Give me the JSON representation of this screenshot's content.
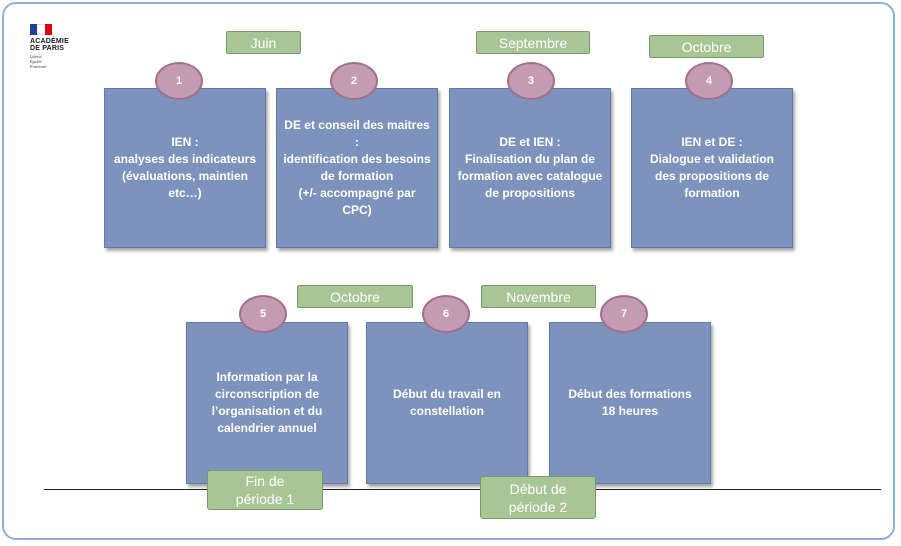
{
  "header": {
    "logo_line1": "ACADÉMIE",
    "logo_line2": "DE PARIS",
    "logo_motto": "Liberté\nÉgalité\nFraternité",
    "flag_colors": [
      "#1f3e9e",
      "#ffffff",
      "#e1000f"
    ]
  },
  "months": {
    "m1": "Juin",
    "m2": "Septembre",
    "m3": "Octobre",
    "m4": "Octobre",
    "m5": "Novembre"
  },
  "steps": [
    {
      "num": "1",
      "text": "IEN :\nanalyses des indicateurs\n(évaluations, maintien etc…)"
    },
    {
      "num": "2",
      "text": "DE et conseil des maitres :\nidentification des besoins de formation\n(+/- accompagné par CPC)"
    },
    {
      "num": "3",
      "text": "DE  et IEN :\nFinalisation du plan de formation avec catalogue de propositions"
    },
    {
      "num": "4",
      "text": "IEN et DE :\nDialogue et validation des propositions de formation"
    },
    {
      "num": "5",
      "text": "Information par la circonscription  de l’organisation et du calendrier annuel"
    },
    {
      "num": "6",
      "text": "Début du travail en constellation"
    },
    {
      "num": "7",
      "text": "Début des formations\n18 heures"
    }
  ],
  "periods": {
    "p1": "Fin de\npériode 1",
    "p2": "Début de\npériode 2"
  },
  "colors": {
    "box_fill": "#7d93bd",
    "circle_fill": "#c39bb4",
    "label_fill": "#a8c595",
    "frame_border": "#8fb0d8"
  }
}
